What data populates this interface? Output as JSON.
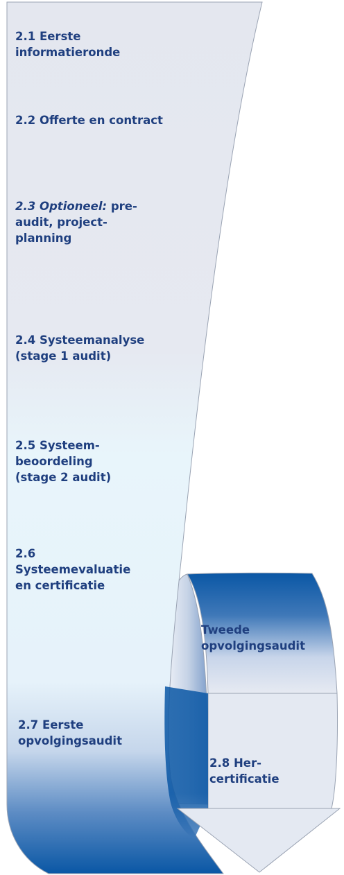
{
  "steps": {
    "s21": {
      "line1": "2.1 Eerste",
      "line2": "informatieronde"
    },
    "s22": {
      "line1": "2.2 Offerte en contract"
    },
    "s23": {
      "prefix": "2.3 Optioneel:",
      "line1_rest": " pre-",
      "line2": "audit, project-",
      "line3": "planning"
    },
    "s24": {
      "line1": "2.4 Systeemanalyse",
      "line2": "(stage 1 audit)"
    },
    "s25": {
      "line1": "2.5 Systeem-",
      "line2": "beoordeling",
      "line3": "(stage 2 audit)"
    },
    "s26": {
      "line1": "2.6",
      "line2": "Systeemevaluatie",
      "line3": "en certificatie"
    },
    "s27": {
      "line1": "2.7 Eerste",
      "line2": "opvolgingsaudit"
    },
    "tweede": {
      "line1": "Tweede",
      "line2": "opvolgingsaudit"
    },
    "s28": {
      "line1": "2.8 Her-",
      "line2": "certificatie"
    }
  },
  "colors": {
    "text": "#1f3f7f",
    "band_light": "#e3e6ef",
    "band_mid": "#e8f5fb",
    "band_dark": "#0a57a5",
    "outline": "#9aa3b3"
  }
}
